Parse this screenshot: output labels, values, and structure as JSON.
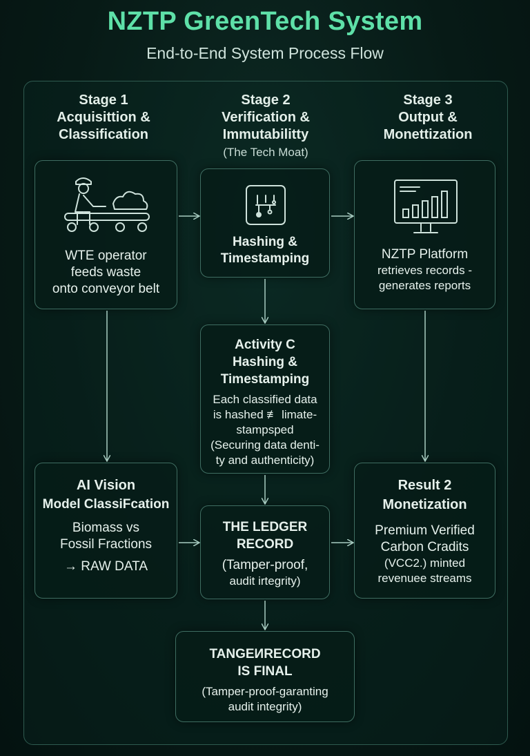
{
  "title": "NZTP GreenTech System",
  "subtitle": "End-to-End System Process Flow",
  "stages": [
    {
      "line1": "Stage 1",
      "line2": "Acquisittion &",
      "line3": "Classification"
    },
    {
      "line1": "Stage 2",
      "line2": "Verification &",
      "line3": "Immutabilitty",
      "note": "(The Tech Moat)"
    },
    {
      "line1": "Stage 3",
      "line2": "Output &",
      "line3": "Monettization"
    }
  ],
  "boxes": {
    "operator": {
      "icon": "worker-conveyor-icon",
      "lines": [
        "WTE operator",
        "feeds waste",
        "onto conveyor belt"
      ]
    },
    "hashing": {
      "icon": "circuit-chip-icon",
      "lines": [
        "Hashing &",
        "Timestamping"
      ]
    },
    "platform": {
      "icon": "monitor-bar-chart-icon",
      "lines": [
        "NZTP Platform",
        "retrieves records -",
        "generates reports"
      ]
    },
    "activity": {
      "head": [
        "Activity C",
        "Hashing &",
        "Timestamping"
      ],
      "lines": [
        "Each classified data",
        "is hashed ≢ limate-",
        "stampsped",
        "(Securing data denti-",
        "ty and authenticity)"
      ]
    },
    "ai": {
      "head": [
        "AI Vision",
        "Model ClassiFcation"
      ],
      "lines": [
        "Biomass vs",
        "Fossil Fractions",
        "→ RAW DATA"
      ]
    },
    "ledger": {
      "head": [
        "THE LEDGER",
        "RECORD"
      ],
      "lines": [
        "(Tamper-proof,",
        "audit irtegrity)"
      ]
    },
    "result": {
      "head": [
        "Result 2",
        "Monetization"
      ],
      "lines": [
        "Premium Verified",
        "Carbon Cradits",
        "(VCC2.) minted",
        "revenuee streams"
      ]
    },
    "final": {
      "head": [
        "TANGEИRECORD",
        "IS FINAL"
      ],
      "lines": [
        "(Tamper-proof-garanting",
        "audit integrity)"
      ]
    }
  },
  "colors": {
    "accent": "#5ee0a8",
    "border": "#3f6e62",
    "arrow": "#a9cdc2",
    "background": "#071a16"
  }
}
